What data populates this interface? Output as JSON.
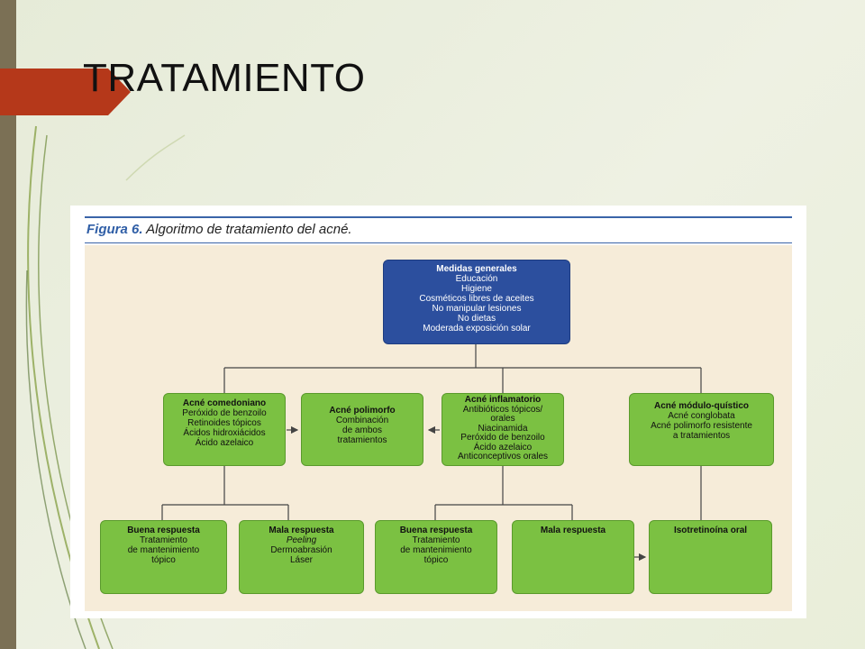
{
  "slide": {
    "title": "TRATAMIENTO"
  },
  "figure": {
    "label": "Figura 6.",
    "caption": "Algoritmo de tratamiento del acné."
  },
  "colors": {
    "strip": "#7b7055",
    "title_tab": "#b5381a",
    "node_green": "#7bc142",
    "node_blue": "#2c4f9e",
    "figure_rule": "#3a64a8",
    "chart_background": "#f6ecd9"
  },
  "nodes": {
    "general": {
      "title": "Medidas generales",
      "lines": [
        "Educación",
        "Higiene",
        "Cosméticos libres de aceites",
        "No manipular lesiones",
        "No dietas",
        "Moderada exposición solar"
      ]
    },
    "comedoniano": {
      "title": "Acné comedoniano",
      "lines": [
        "Peróxido de benzoilo",
        "Retinoides tópicos",
        "Ácidos hidroxiácidos",
        "Ácido azelaico"
      ]
    },
    "polimorfo": {
      "title": "Acné polimorfo",
      "lines": [
        "Combinación",
        "de ambos",
        "tratamientos"
      ]
    },
    "inflamatorio": {
      "title": "Acné inflamatorio",
      "lines": [
        "Antibióticos tópicos/",
        "orales",
        "Niacinamida",
        "Peróxido de benzoilo",
        "Ácido azelaico",
        "Anticonceptivos orales"
      ]
    },
    "noduloquistico": {
      "title": "Acné módulo-quístico",
      "lines": [
        "Acné conglobata",
        "Acné polimorfo resistente",
        "a tratamientos"
      ]
    },
    "buena1": {
      "title": "Buena respuesta",
      "lines": [
        "Tratamiento",
        "de mantenimiento",
        "tópico"
      ]
    },
    "mala1": {
      "title": "Mala respuesta",
      "lines": [
        "Peeling",
        "Dermoabrasión",
        "Láser"
      ]
    },
    "buena2": {
      "title": "Buena respuesta",
      "lines": [
        "Tratamiento",
        "de mantenimiento",
        "tópico"
      ]
    },
    "mala2": {
      "title": "Mala respuesta",
      "lines": []
    },
    "isotretinoina": {
      "title": "Isotretinoína oral",
      "lines": []
    }
  }
}
